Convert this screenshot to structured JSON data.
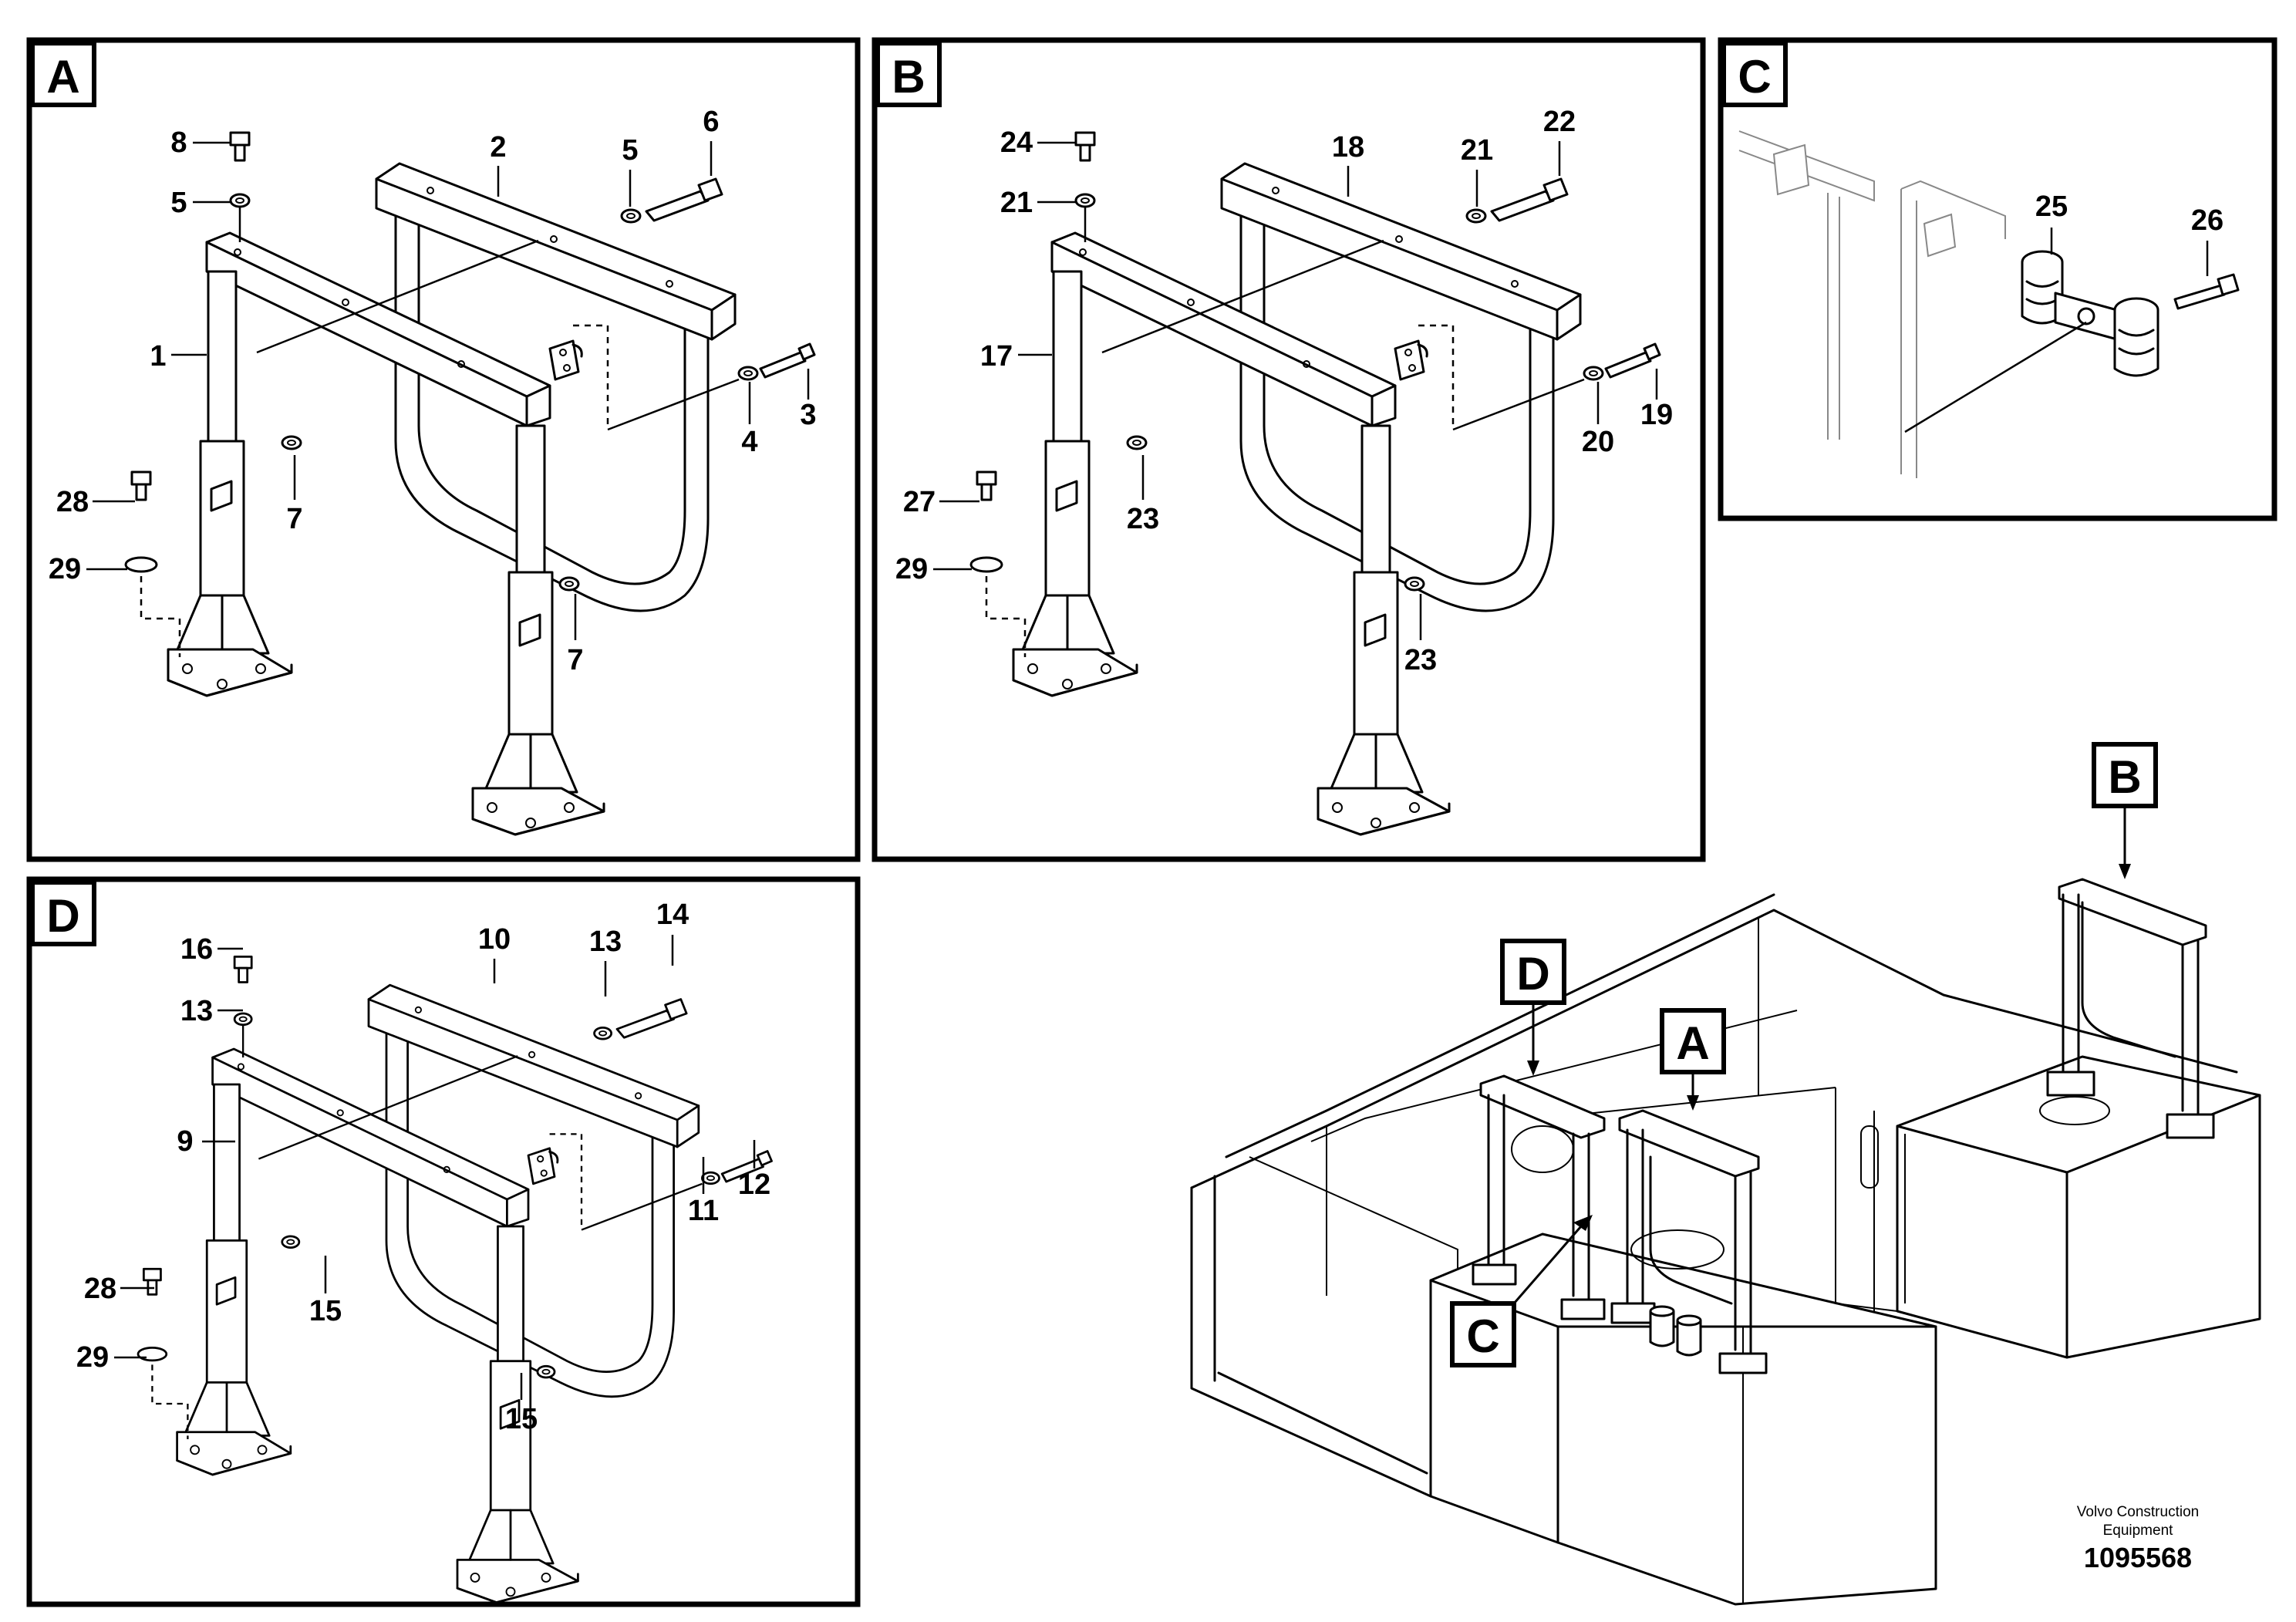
{
  "panels": {
    "A": {
      "letter": "A",
      "callouts": {
        "c1": "1",
        "c2": "2",
        "c3": "3",
        "c4": "4",
        "c5a": "5",
        "c5b": "5",
        "c6": "6",
        "c7a": "7",
        "c7b": "7",
        "c8": "8",
        "c28": "28",
        "c29": "29"
      }
    },
    "B": {
      "letter": "B",
      "callouts": {
        "c17": "17",
        "c18": "18",
        "c19": "19",
        "c20": "20",
        "c21a": "21",
        "c21b": "21",
        "c22": "22",
        "c23a": "23",
        "c23b": "23",
        "c24": "24",
        "c27": "27",
        "c29": "29"
      }
    },
    "C": {
      "letter": "C",
      "callouts": {
        "c25": "25",
        "c26": "26"
      }
    },
    "D": {
      "letter": "D",
      "callouts": {
        "c9": "9",
        "c10": "10",
        "c11": "11",
        "c12": "12",
        "c13a": "13",
        "c13b": "13",
        "c14": "14",
        "c15a": "15",
        "c15b": "15",
        "c16": "16",
        "c28": "28",
        "c29": "29"
      }
    }
  },
  "overview": {
    "markers": {
      "A": "A",
      "B": "B",
      "C": "C",
      "D": "D"
    }
  },
  "footer": {
    "credit_line1": "Volvo Construction",
    "credit_line2": "Equipment",
    "doc_number": "1095568"
  }
}
